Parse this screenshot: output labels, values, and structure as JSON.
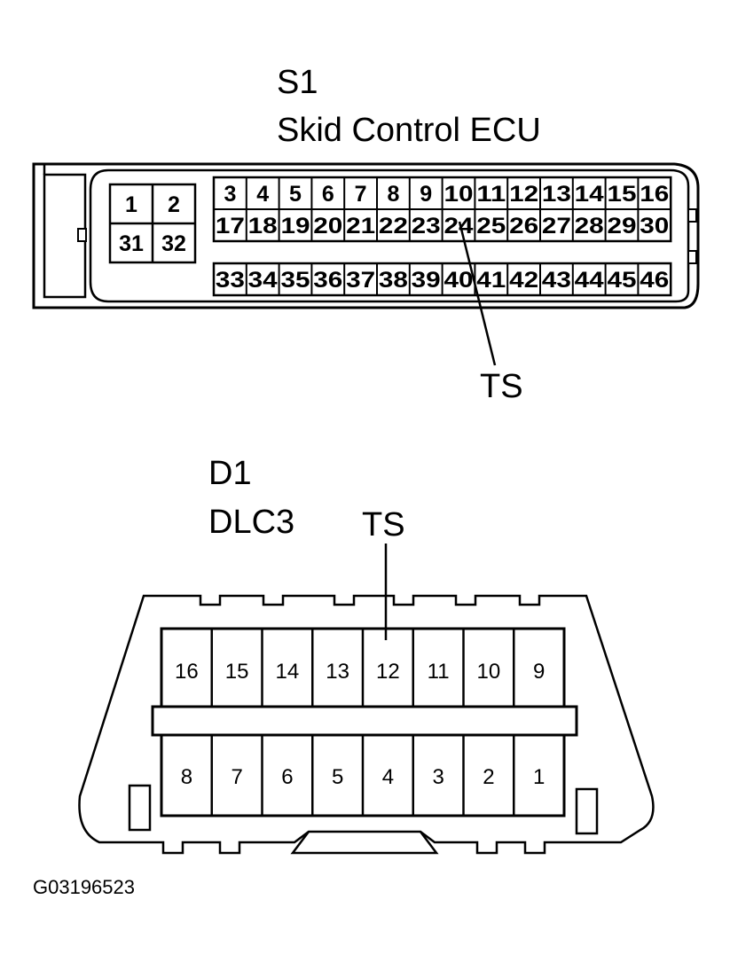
{
  "s1": {
    "id": "S1",
    "name": "Skid Control ECU",
    "small_pins": [
      "1",
      "2",
      "31",
      "32"
    ],
    "row1": [
      "3",
      "4",
      "5",
      "6",
      "7",
      "8",
      "9",
      "10",
      "11",
      "12",
      "13",
      "14",
      "15",
      "16"
    ],
    "row2": [
      "17",
      "18",
      "19",
      "20",
      "21",
      "22",
      "23",
      "24",
      "25",
      "26",
      "27",
      "28",
      "29",
      "30"
    ],
    "row3": [
      "33",
      "34",
      "35",
      "36",
      "37",
      "38",
      "39",
      "40",
      "41",
      "42",
      "43",
      "44",
      "45",
      "46"
    ],
    "terminal_label": "TS",
    "terminal_pin": "24"
  },
  "d1": {
    "id": "D1",
    "name": "DLC3",
    "terminal_label": "TS",
    "terminal_pin": "12",
    "top_row": [
      "16",
      "15",
      "14",
      "13",
      "12",
      "11",
      "10",
      "9"
    ],
    "bottom_row": [
      "8",
      "7",
      "6",
      "5",
      "4",
      "3",
      "2",
      "1"
    ]
  },
  "figure_code": "G03196523"
}
